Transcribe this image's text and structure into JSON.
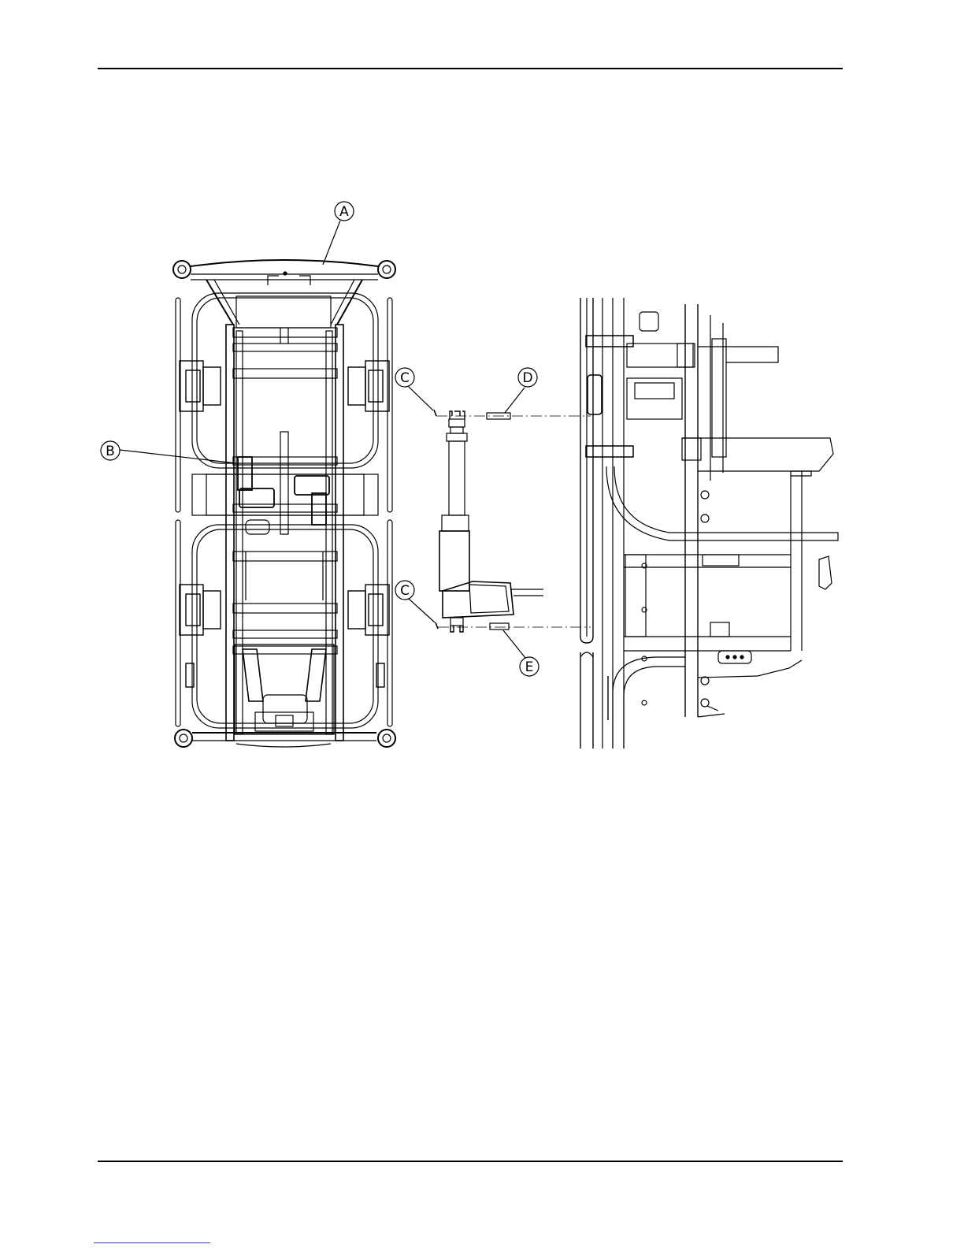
{
  "page": {
    "callouts": {
      "a": "A",
      "b": "B",
      "c_top": "C",
      "c_bottom": "C",
      "d": "D",
      "e": "E"
    },
    "colors": {
      "line": "#000000",
      "footer_link": "#2a3cc4"
    }
  }
}
